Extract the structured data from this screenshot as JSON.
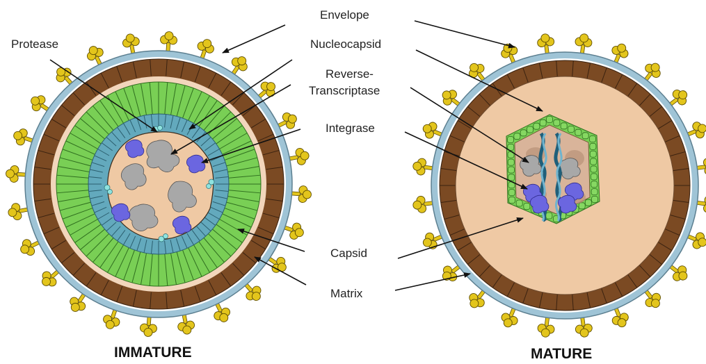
{
  "labels": {
    "envelope": "Envelope",
    "protease": "Protease",
    "nucleocapsid": "Nucleocapsid",
    "reverse_transcriptase_line1": "Reverse-",
    "reverse_transcriptase_line2": "Transcriptase",
    "integrase": "Integrase",
    "capsid": "Capsid",
    "matrix": "Matrix"
  },
  "titles": {
    "immature": "IMMATURE",
    "mature": "MATURE"
  },
  "colors": {
    "spike": "#e3c51c",
    "spike_outline": "#5e4d00",
    "envelope": "#9fc4d6",
    "matrix": "#7b4a23",
    "interior": "#efc9a4",
    "capsid_green": "#79cf55",
    "capsid_teal": "#63a9bd",
    "gray_blob": "#a8a8a8",
    "enzyme_blue": "#6b66e0",
    "rna": "#1f5f7a"
  }
}
